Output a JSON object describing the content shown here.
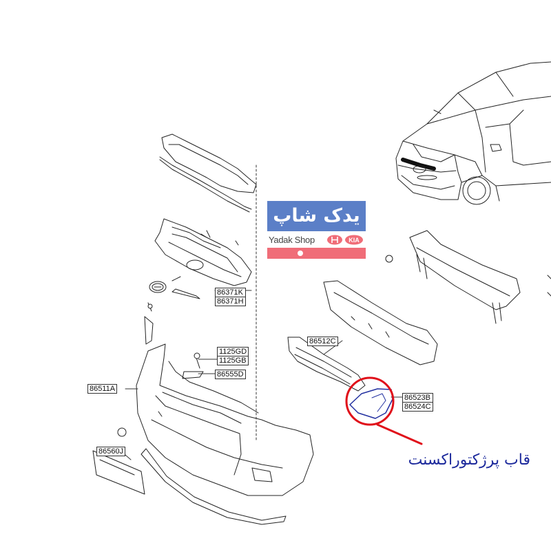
{
  "brand": {
    "name_fa": "یدک شاپ",
    "name_en": "Yadak Shop",
    "colors": {
      "top": "#5b7fc7",
      "bottom": "#f06d78",
      "caption": "#1d2a9c",
      "highlight": "#e0101a"
    }
  },
  "labels": {
    "p86371K": "86371K",
    "p86371H": "86371H",
    "p1125GD": "1125GD",
    "p1125GB": "1125GB",
    "p86555D": "86555D",
    "p86511A": "86511A",
    "p86512C": "86512C",
    "p86523B": "86523B",
    "p86524C": "86524C",
    "p86560J": "86560J"
  },
  "caption": "قاب پرژکتوراکسنت",
  "icons": [
    "hyundai-logo-icon",
    "kia-logo-icon",
    "car-icon"
  ]
}
